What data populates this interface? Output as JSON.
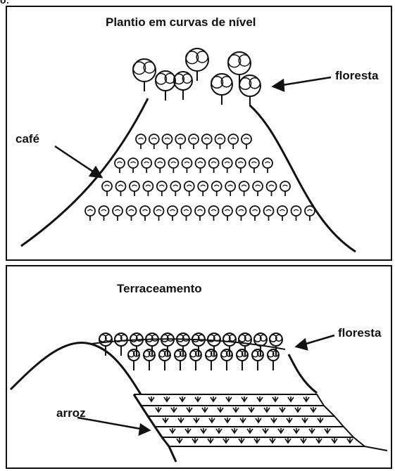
{
  "top_corner": "o:",
  "panel_top": {
    "title": "Plantio em curvas de nível",
    "label_forest": "floresta",
    "label_crop": "café"
  },
  "panel_bottom": {
    "title": "Terraceamento",
    "label_forest": "floresta",
    "label_crop": "arroz"
  },
  "colors": {
    "ink": "#111111",
    "background": "#ffffff"
  },
  "icons": [
    "tree-icon",
    "coffee-bush-icon",
    "rice-sprout-icon",
    "arrow-icon"
  ]
}
